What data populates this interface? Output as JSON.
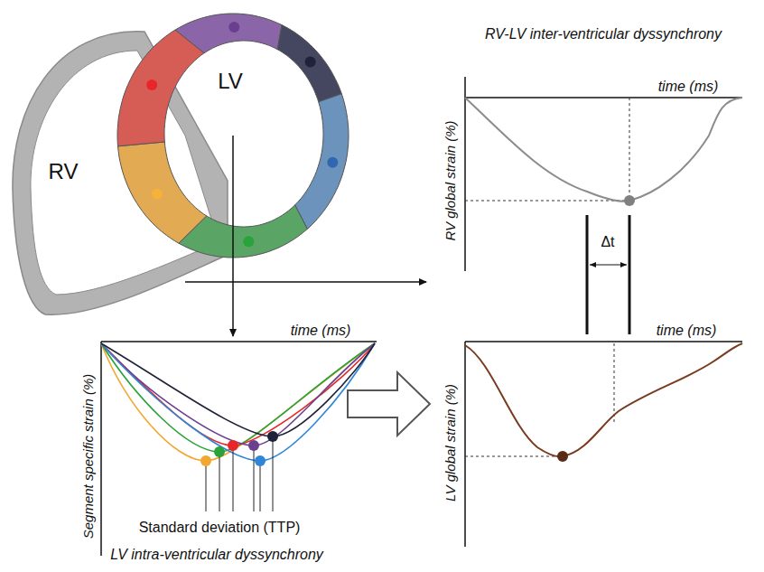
{
  "diagram": {
    "labels": [
      "LV",
      "RV",
      "RV-LV inter-ventricular dyssynchrony",
      "time (ms)",
      "RV global strain (%)",
      "Δt",
      "time (ms)",
      "Segment specific strain (%)",
      "time (ms)",
      "LV global strain (%)",
      "Standard deviation (TTP)",
      "LV intra-ventricular dyssynchrony"
    ]
  }
}
